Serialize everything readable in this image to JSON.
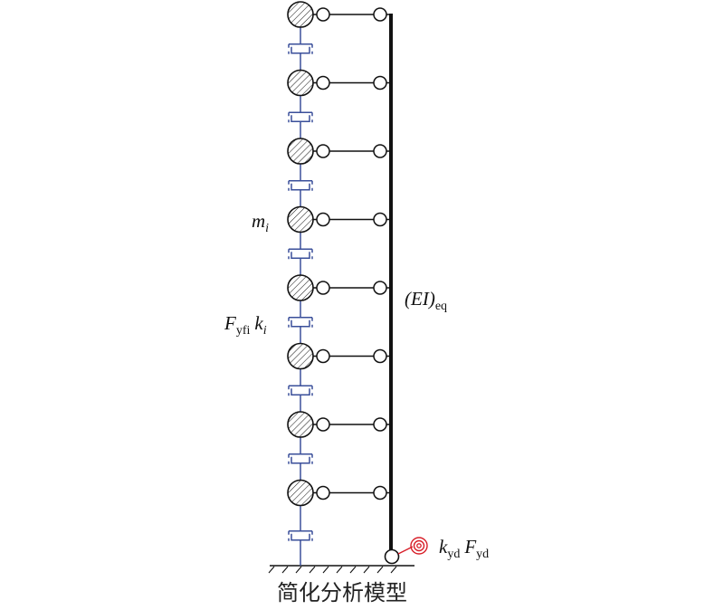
{
  "diagram": {
    "caption": "简化分析模型",
    "mass_count": 8,
    "labels": {
      "mass": "m",
      "mass_sub": "i",
      "yield_force": "F",
      "yield_force_sub": "yfi",
      "stiffness": "k",
      "stiffness_sub": "i",
      "wall_stiffness": "(EI)",
      "wall_stiffness_sub": "eq",
      "base_spring_stiffness": "k",
      "base_spring_stiffness_sub": "yd",
      "base_yield_force": "F",
      "base_yield_force_sub": "yd"
    },
    "colors": {
      "line": "#111111",
      "shear_spring": "#3a4f9a",
      "base_spring": "#d8202a",
      "hatch": "#222222"
    }
  }
}
